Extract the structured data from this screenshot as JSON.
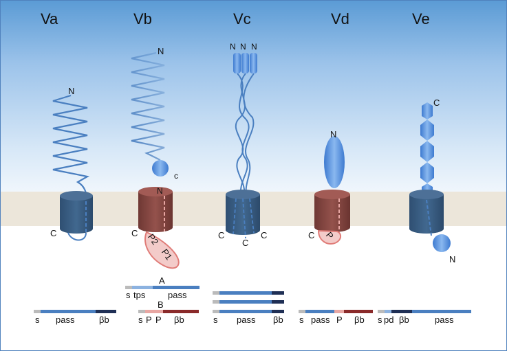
{
  "panels": [
    {
      "id": "Va",
      "title": "Va",
      "terminals": {
        "n": "N",
        "c": "C"
      },
      "gene_segments": [
        "s",
        "pass",
        "βb"
      ]
    },
    {
      "id": "Vb",
      "title": "Vb",
      "terminals": {
        "n": "N",
        "c_top": "c",
        "n_inner": "N",
        "c": "C"
      },
      "passenger_domains": [
        "P2",
        "P1"
      ],
      "variants": [
        {
          "label": "A",
          "segments": [
            "s",
            "tps",
            "pass"
          ]
        },
        {
          "label": "B",
          "segments": [
            "s",
            "P",
            "P",
            "βb"
          ]
        }
      ]
    },
    {
      "id": "Vc",
      "title": "Vc",
      "terminals": {
        "n1": "N",
        "n2": "N",
        "n3": "N",
        "c1": "C",
        "c2": "C",
        "c3": "C"
      },
      "gene_segments": [
        "s",
        "pass",
        "βb"
      ]
    },
    {
      "id": "Vd",
      "title": "Vd",
      "terminals": {
        "n": "N",
        "c": "C"
      },
      "passenger_domains": [
        "P"
      ],
      "gene_segments": [
        "s",
        "pass",
        "P",
        "βb"
      ]
    },
    {
      "id": "Ve",
      "title": "Ve",
      "terminals": {
        "c": "C",
        "n": "N"
      },
      "gene_segments": [
        "s",
        "pd",
        "βb",
        "pass"
      ]
    }
  ],
  "colors": {
    "barrel_blue": "#3a5f86",
    "barrel_red": "#8b4a45",
    "membrane": "#ece6da",
    "helix": "#4a7fc0",
    "passenger_red": "#e8a7a3",
    "seg_grey": "#bbbbbb",
    "seg_blue": "#4a7fc0",
    "seg_navy": "#1f2f55",
    "seg_red": "#8a2a2a"
  }
}
